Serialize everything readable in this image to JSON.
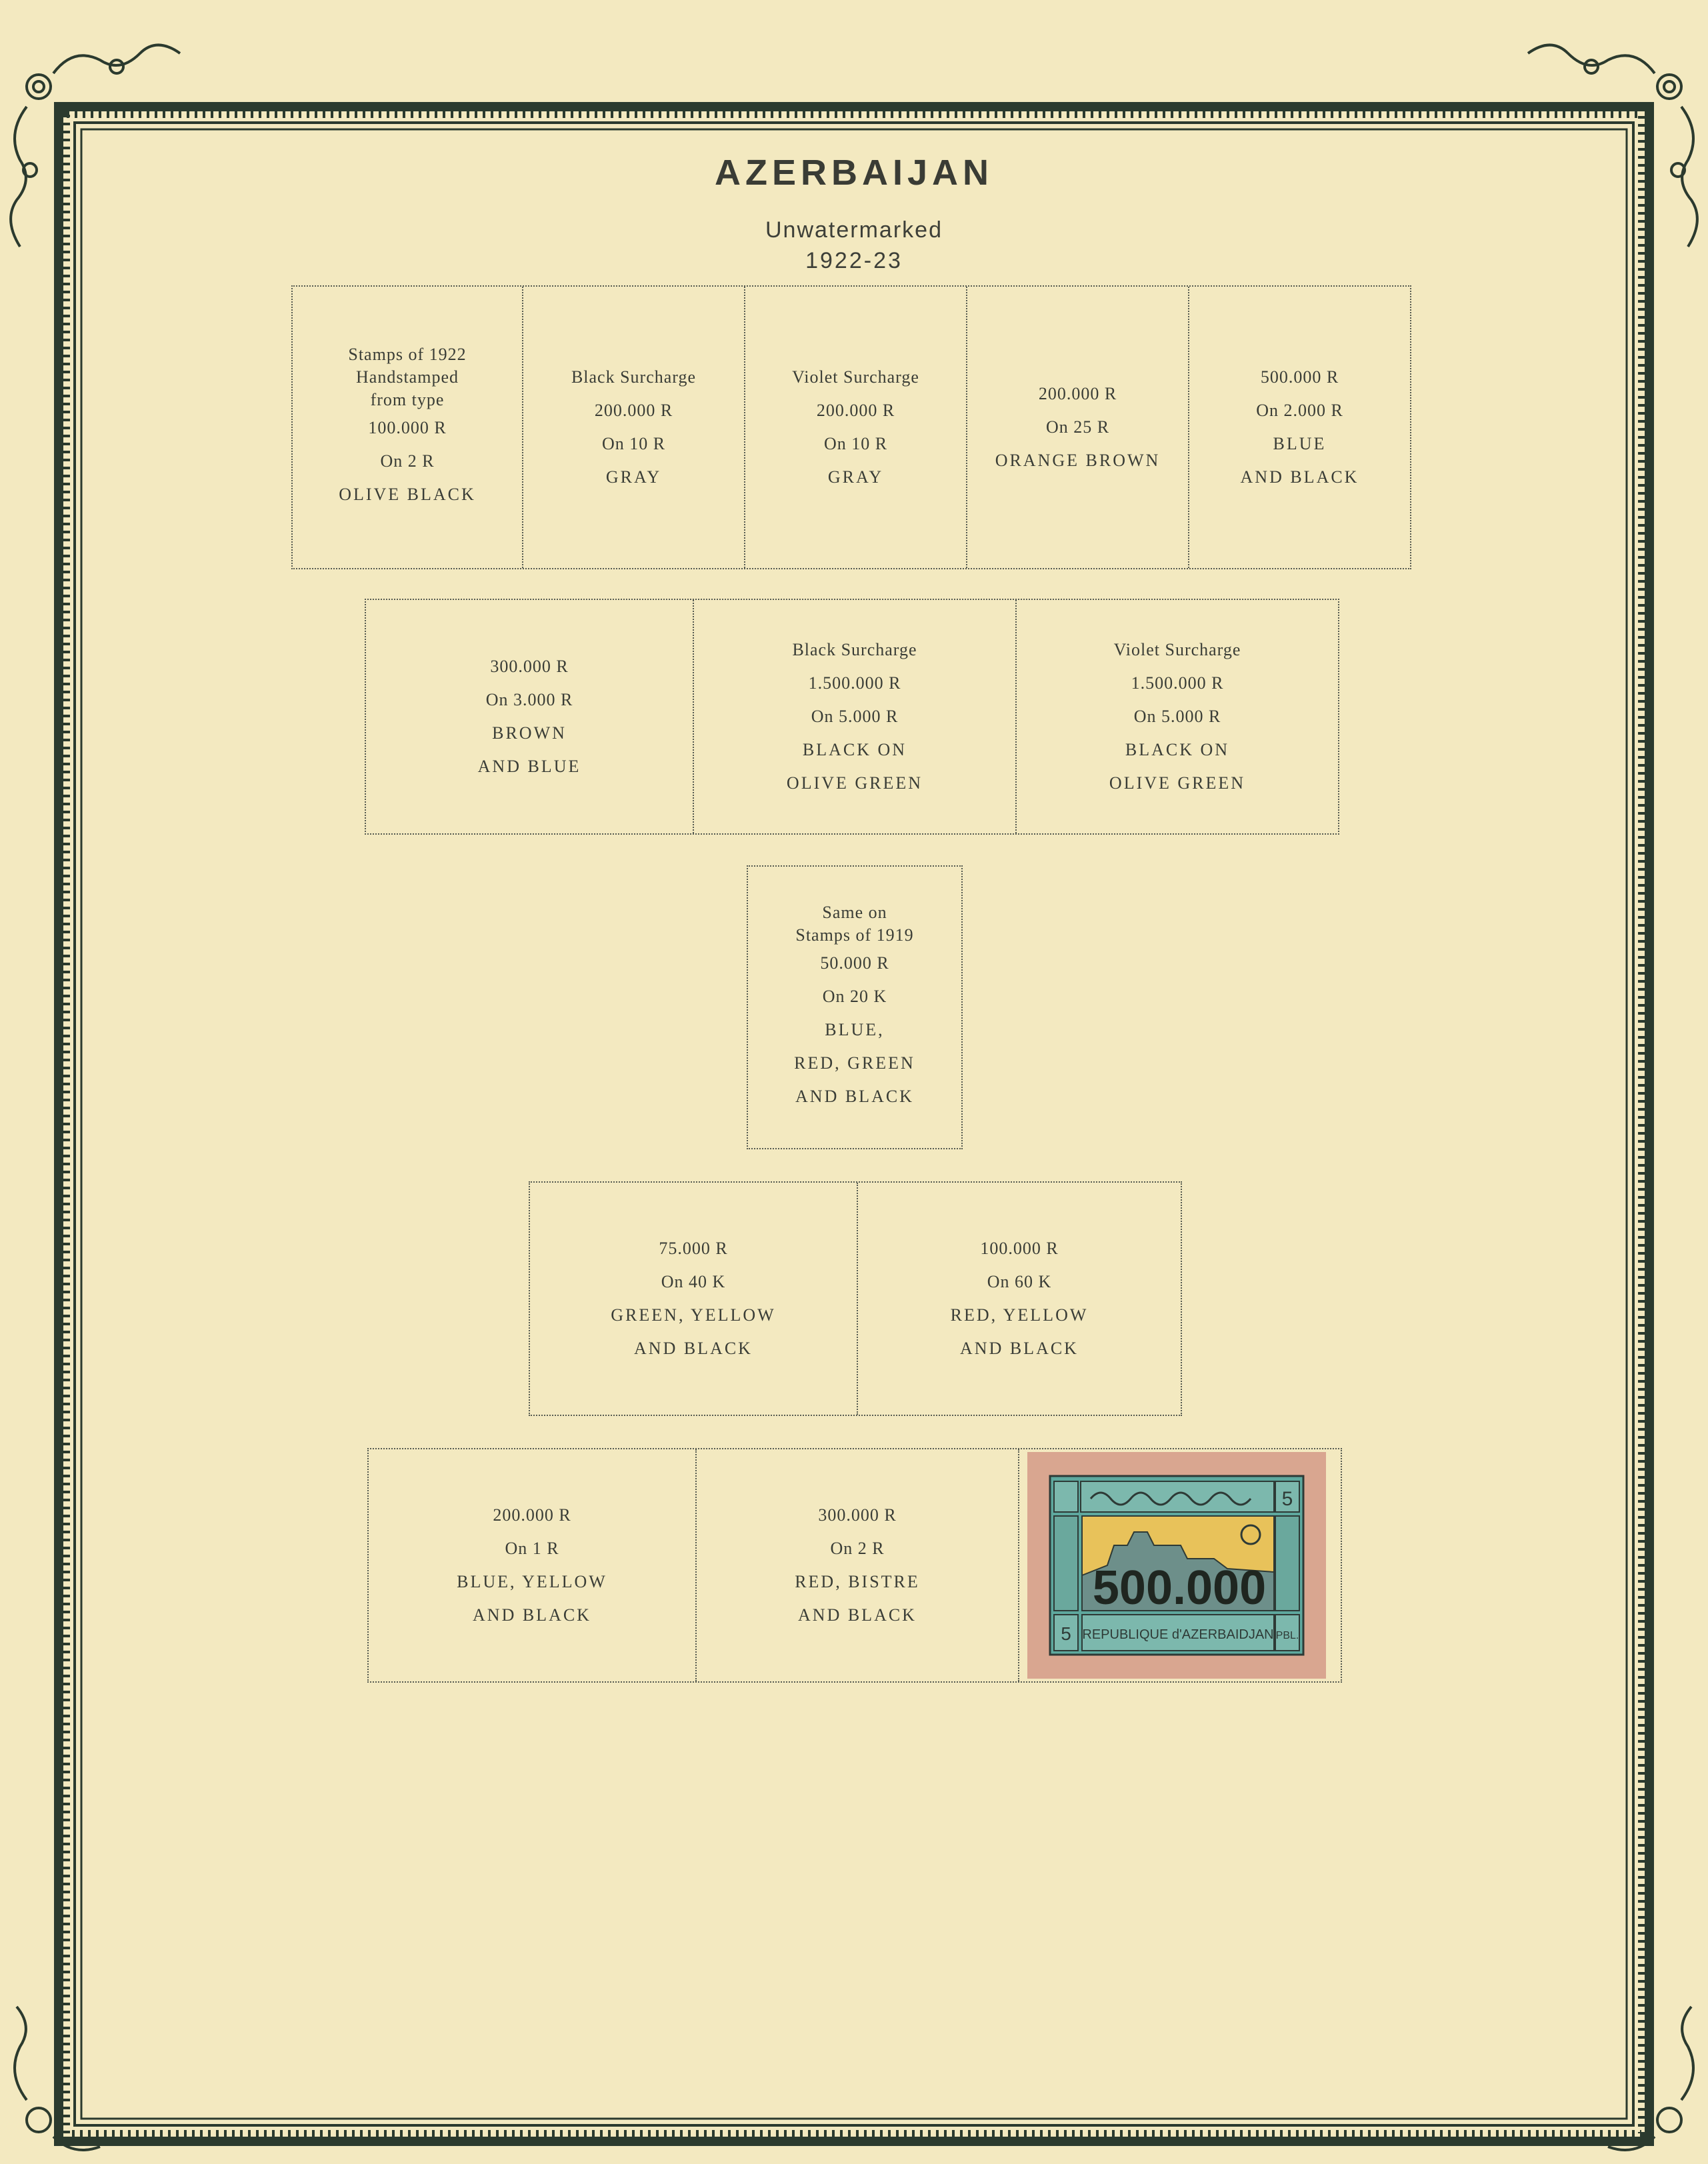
{
  "header": {
    "title": "AZERBAIJAN",
    "subtitle": "Unwatermarked",
    "years": "1922-23"
  },
  "rows": [
    {
      "cells": [
        {
          "lines": [
            "Stamps of 1922",
            "Handstamped",
            "from type",
            "100.000 R",
            "On 2 R",
            "OLIVE BLACK"
          ]
        },
        {
          "lines": [
            "Black Surcharge",
            "200.000 R",
            "On 10 R",
            "GRAY"
          ]
        },
        {
          "lines": [
            "Violet Surcharge",
            "200.000 R",
            "On 10 R",
            "GRAY"
          ]
        },
        {
          "lines": [
            "200.000 R",
            "On 25 R",
            "ORANGE BROWN"
          ]
        },
        {
          "lines": [
            "500.000 R",
            "On 2.000 R",
            "BLUE",
            "AND BLACK"
          ]
        }
      ]
    },
    {
      "cells": [
        {
          "lines": [
            "300.000 R",
            "On 3.000 R",
            "BROWN",
            "AND BLUE"
          ]
        },
        {
          "lines": [
            "Black Surcharge",
            "1.500.000 R",
            "On 5.000 R",
            "BLACK ON",
            "OLIVE GREEN"
          ]
        },
        {
          "lines": [
            "Violet Surcharge",
            "1.500.000 R",
            "On 5.000 R",
            "BLACK ON",
            "OLIVE GREEN"
          ]
        }
      ]
    },
    {
      "cells": [
        {
          "lines": [
            "Same on",
            "Stamps of 1919",
            "50.000 R",
            "On 20 K",
            "BLUE,",
            "RED, GREEN",
            "AND BLACK"
          ]
        }
      ]
    },
    {
      "cells": [
        {
          "lines": [
            "75.000 R",
            "On 40 K",
            "GREEN, YELLOW",
            "AND BLACK"
          ]
        },
        {
          "lines": [
            "100.000 R",
            "On 60 K",
            "RED, YELLOW",
            "AND BLACK"
          ]
        }
      ]
    },
    {
      "cells": [
        {
          "lines": [
            "200.000 R",
            "On 1 R",
            "BLUE, YELLOW",
            "AND BLACK"
          ]
        },
        {
          "lines": [
            "300.000 R",
            "On 2 R",
            "RED, BISTRE",
            "AND BLACK"
          ]
        }
      ]
    }
  ],
  "stamp": {
    "surcharge": "500.000",
    "inscription": "REPUBLIQUE d'AZERBAIDJAN",
    "value_left": "5",
    "value_right": "PBL.",
    "top_value": "5"
  },
  "colors": {
    "paper": "#f3e9c0",
    "frame": "#2b3a2e",
    "ink": "#3a3d36",
    "stamp_paper": "#d9a690",
    "stamp_teal": "#5ea89e",
    "stamp_yellow": "#e8c25a"
  }
}
